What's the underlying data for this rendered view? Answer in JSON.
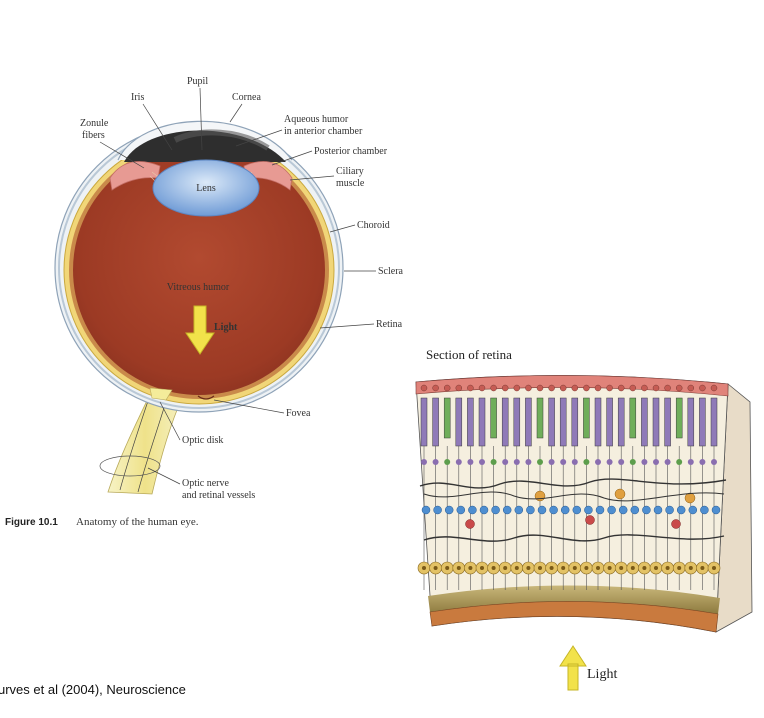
{
  "eye": {
    "labels": {
      "pupil": "Pupil",
      "iris": "Iris",
      "cornea": "Cornea",
      "zonule": [
        "Zonule",
        "fibers"
      ],
      "aqueous": [
        "Aqueous humor",
        "in anterior chamber"
      ],
      "posterior_chamber": "Posterior chamber",
      "ciliary": [
        "Ciliary",
        "muscle"
      ],
      "lens": "Lens",
      "choroid": "Choroid",
      "sclera": "Sclera",
      "vitreous": "Vitreous humor",
      "light": "Light",
      "retina": "Retina",
      "fovea": "Fovea",
      "optic_disk": "Optic disk",
      "optic_nerve": [
        "Optic nerve",
        "and retinal vessels"
      ]
    }
  },
  "caption": {
    "figure_number": "Figure 10.1",
    "text": "Anatomy of the human eye."
  },
  "retina": {
    "title": "Section of retina",
    "light": "Light"
  },
  "credit": "urves et al (2004), Neuroscience",
  "colors": {
    "vitreous": "#a5402a",
    "lens": "#9bbfe8",
    "arrow": "#f2e24a",
    "iris": "#303030",
    "ciliary": "#e79a93"
  }
}
